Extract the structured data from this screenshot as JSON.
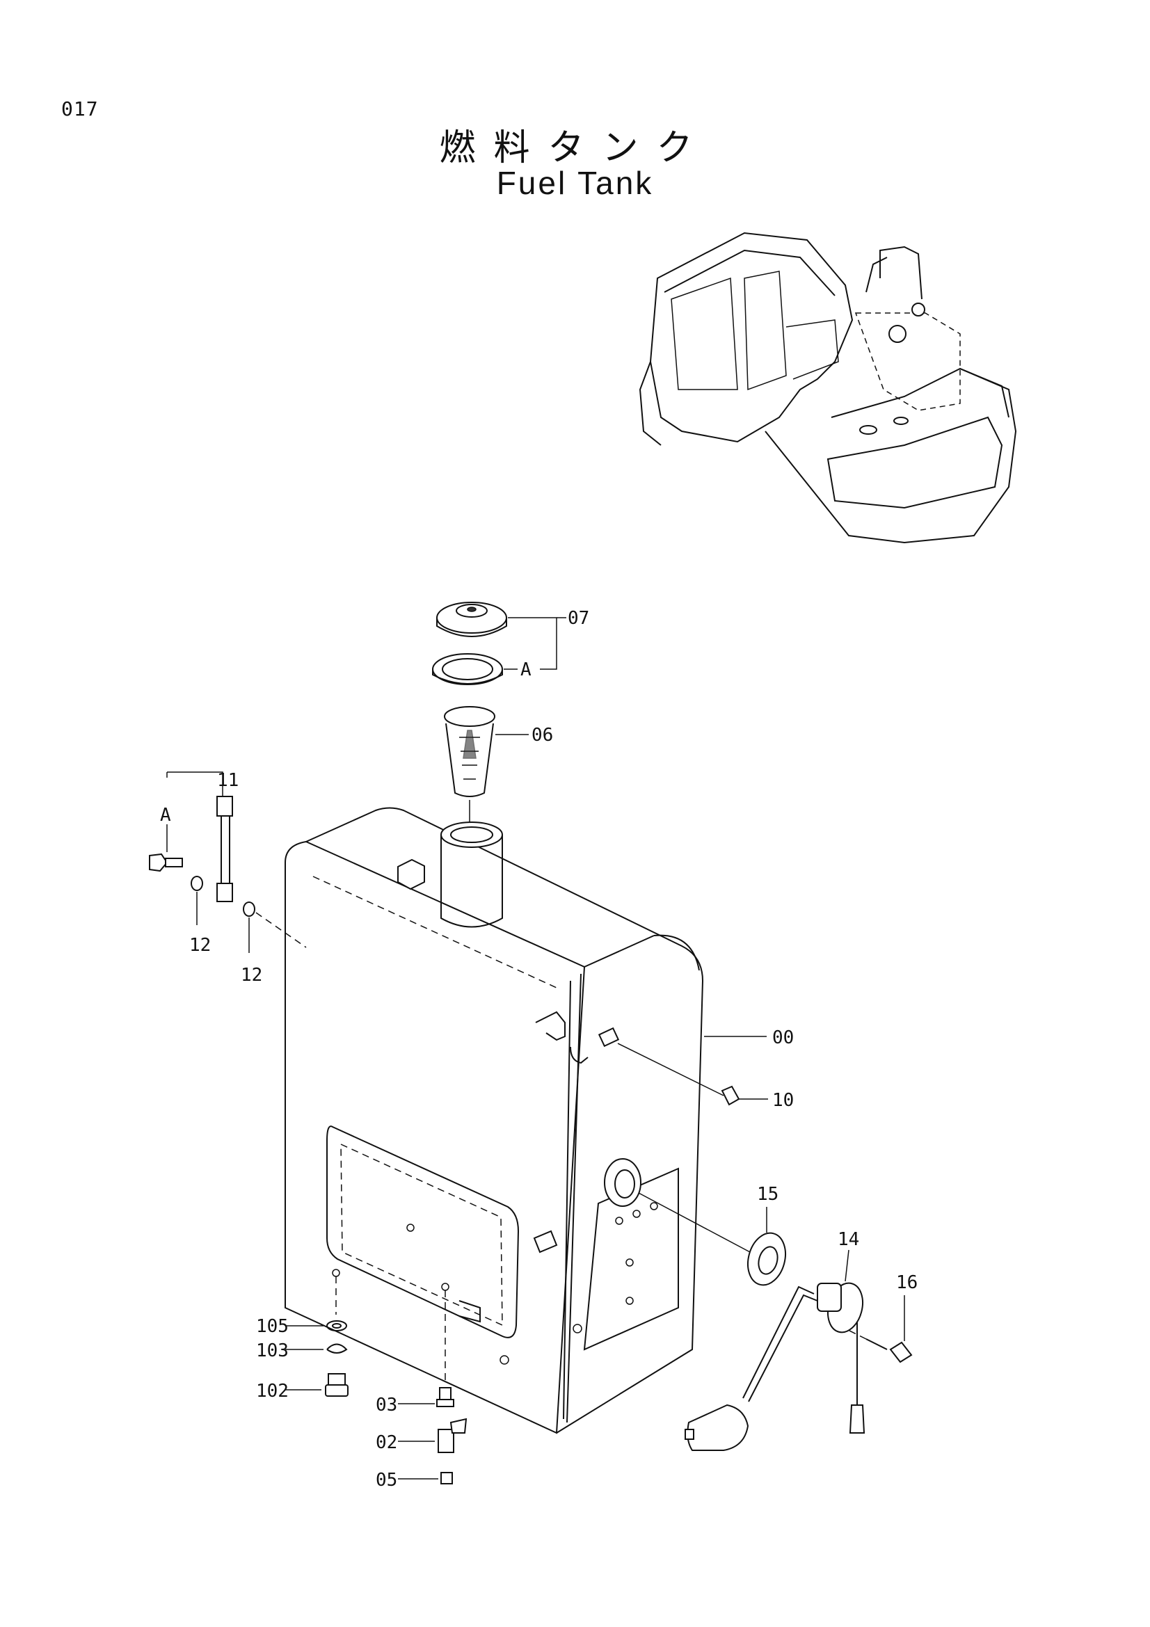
{
  "page": {
    "number": "017"
  },
  "title": {
    "japanese": "燃料タンク",
    "english": "Fuel Tank"
  },
  "callouts": [
    {
      "id": "07",
      "label": "07"
    },
    {
      "id": "A-cap",
      "label": "A"
    },
    {
      "id": "06",
      "label": "06"
    },
    {
      "id": "11",
      "label": "11"
    },
    {
      "id": "A-gauge",
      "label": "A"
    },
    {
      "id": "12a",
      "label": "12"
    },
    {
      "id": "12b",
      "label": "12"
    },
    {
      "id": "00",
      "label": "00"
    },
    {
      "id": "10",
      "label": "10"
    },
    {
      "id": "15",
      "label": "15"
    },
    {
      "id": "14",
      "label": "14"
    },
    {
      "id": "16",
      "label": "16"
    },
    {
      "id": "105",
      "label": "105"
    },
    {
      "id": "103",
      "label": "103"
    },
    {
      "id": "102",
      "label": "102"
    },
    {
      "id": "03",
      "label": "03"
    },
    {
      "id": "02",
      "label": "02"
    },
    {
      "id": "05",
      "label": "05"
    }
  ]
}
